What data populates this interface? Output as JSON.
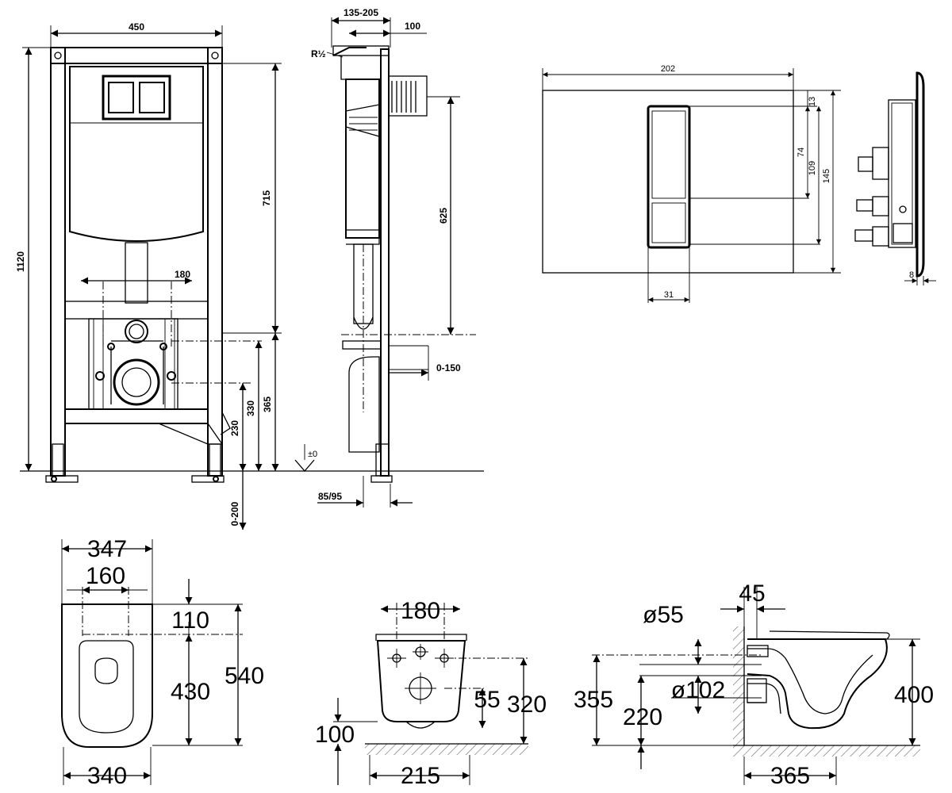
{
  "frame": {
    "width": "450",
    "height": "1120",
    "h715": "715",
    "w180": "180",
    "h365": "365",
    "h330": "330",
    "h230": "230",
    "h0_200": "0-200"
  },
  "frame_side": {
    "w135_205": "135-205",
    "w100": "100",
    "r_half": "R½",
    "h625": "625",
    "w0_150": "0-150",
    "w85_95": "85/95",
    "zero": "±0"
  },
  "flush_plate": {
    "width": "202",
    "h13": "13",
    "h74": "74",
    "h109": "109",
    "h145": "145",
    "w31": "31",
    "depth": "8"
  },
  "wc_top": {
    "w347": "347",
    "w160": "160",
    "h110": "110",
    "h430": "430",
    "h540": "540",
    "w340": "340"
  },
  "wc_rear": {
    "w180": "180",
    "h55": "55",
    "h320": "320",
    "h100": "100",
    "w215": "215"
  },
  "wc_side": {
    "w45": "45",
    "d55": "ø55",
    "h355": "355",
    "d102": "ø102",
    "h220": "220",
    "h400": "400",
    "w365": "365"
  }
}
